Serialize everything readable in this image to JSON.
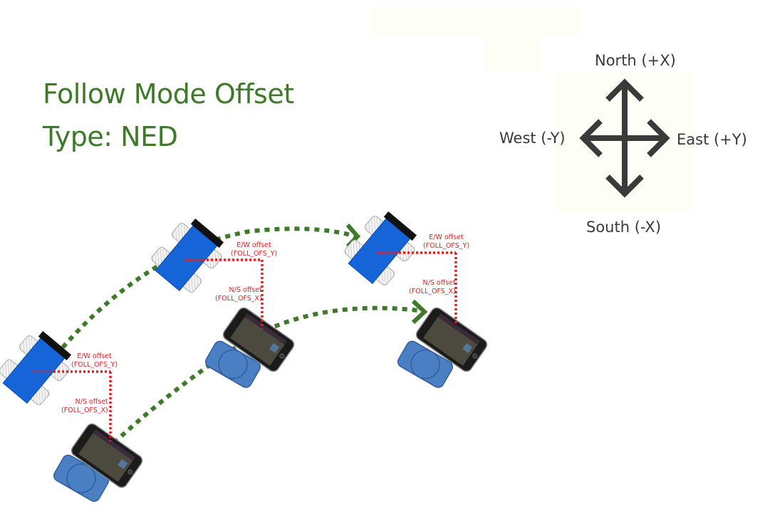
{
  "title": {
    "line1": "Follow Mode Offset",
    "line2": "Type: NED"
  },
  "compass": {
    "north": "North (+X)",
    "south": "South (-X)",
    "east": "East (+Y)",
    "west": "West (-Y)"
  },
  "offset_labels": {
    "ew_line1": "E/W offset",
    "ew_line2": "(FOLL_OFS_Y)",
    "ns_line1": "N/S offset",
    "ns_line2": "(FOLL_OFS_X)"
  },
  "colors": {
    "title_green": "#3e7a27",
    "path_green": "#3e7a27",
    "offset_red": "#e02020",
    "vehicle_blue": "#1565d8",
    "camera_blue": "#4a7fc4",
    "compass_gray": "#3a3a3a"
  },
  "scene": {
    "steps": 3
  }
}
